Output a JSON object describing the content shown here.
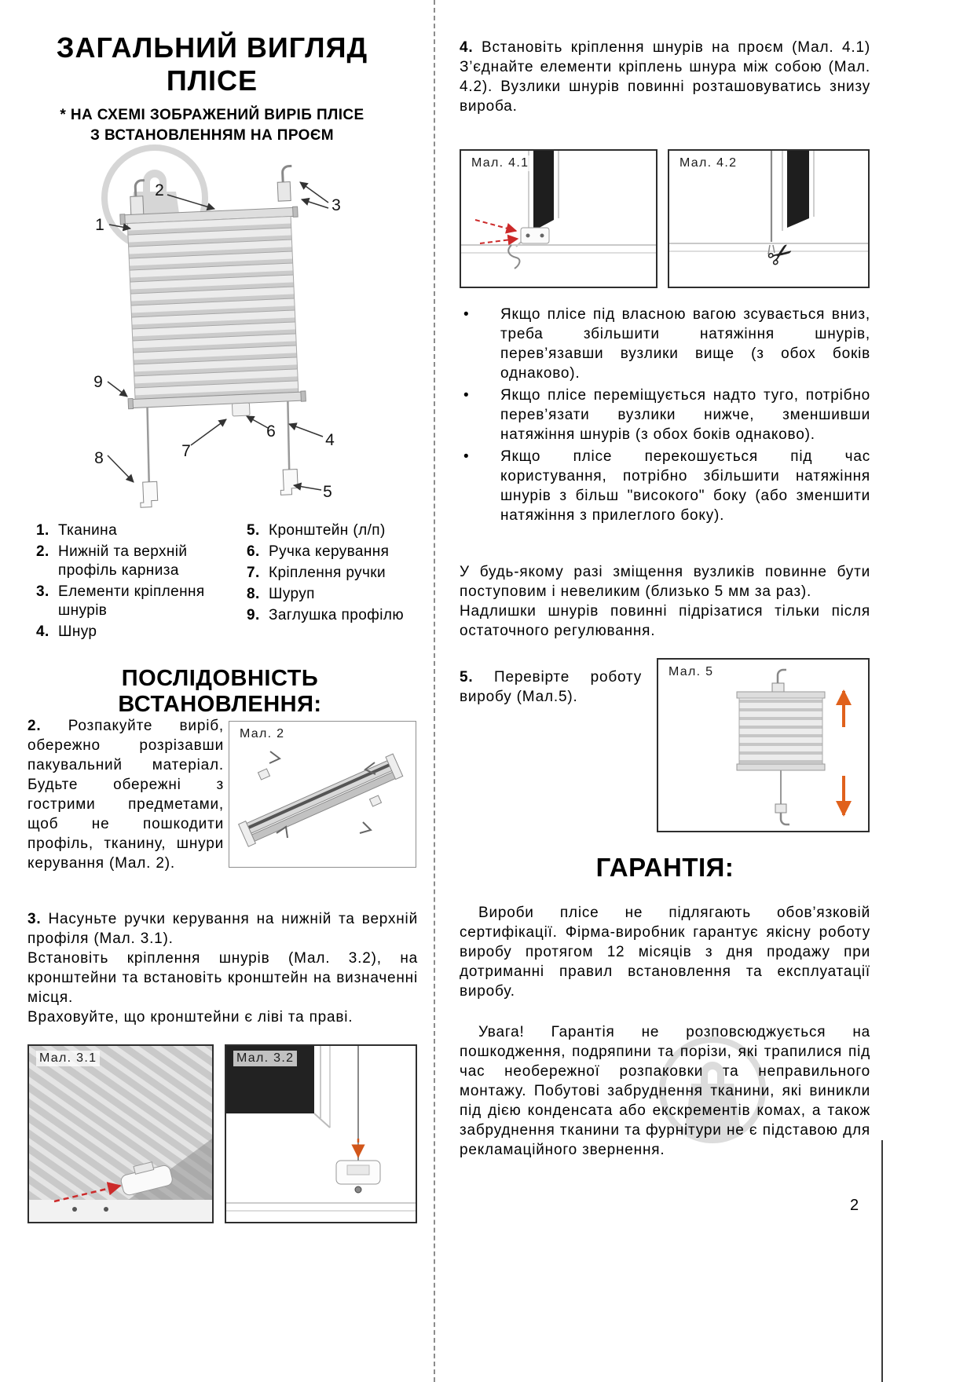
{
  "meta": {
    "page_number": "2"
  },
  "left": {
    "title_line1": "ЗАГАЛЬНИЙ ВИГЛЯД",
    "title_line2": "ПЛІСЕ",
    "subtitle_line1": "* НА СХЕМІ ЗОБРАЖЕНИЙ ВИРІБ ПЛІСЕ",
    "subtitle_line2": "З ВСТАНОВЛЕННЯМ НА ПРОЄМ",
    "diagram": {
      "callouts": [
        "1",
        "2",
        "3",
        "4",
        "5",
        "6",
        "7",
        "8",
        "9"
      ]
    },
    "legend": {
      "col1": [
        {
          "num": "1.",
          "text": "Тканина"
        },
        {
          "num": "2.",
          "text": "Нижній та верхній профіль карниза"
        },
        {
          "num": "3.",
          "text": "Елементи кріплення шнурів"
        },
        {
          "num": "4.",
          "text": "Шнур"
        }
      ],
      "col2": [
        {
          "num": "5.",
          "text": "Кронштейн (л/п)"
        },
        {
          "num": "6.",
          "text": "Ручка керування"
        },
        {
          "num": "7.",
          "text": "Кріплення ручки"
        },
        {
          "num": "8.",
          "text": "Шуруп"
        },
        {
          "num": "9.",
          "text": "Заглушка профілю"
        }
      ]
    },
    "install_title": "ПОСЛІДОВНІСТЬ ВСТАНОВЛЕННЯ:",
    "step2_num": "2.",
    "step2_text": "Розпакуйте виріб, обережно розрізавши пакувальний матеріал. Будьте обережні з гострими предметами, щоб не пошкодити профіль, тканину, шнури керування (Мал. 2).",
    "fig2_label": "Мал. 2",
    "step3_num": "3.",
    "step3_text1": "Насуньте ручки керування на нижній та верхній профіля (Мал. 3.1).",
    "step3_text2": "Встановіть кріплення шнурів (Мал. 3.2), на кронштейни та встановіть кронштейн на визначенні місця.",
    "step3_text3": "Враховуйте, що кронштейни є ліві та праві.",
    "fig31_label": "Мал. 3.1",
    "fig32_label": "Мал. 3.2"
  },
  "right": {
    "step4_num": "4.",
    "step4_text": "Встановіть кріплення шнурів на проєм (Мал. 4.1) З’єднайте елементи кріплень шнура між собою (Мал. 4.2). Вузлики шнурів повинні розташовуватись знизу вироба.",
    "fig41_label": "Мал. 4.1",
    "fig42_label": "Мал. 4.2",
    "bullets": [
      "Якщо плісе під власною вагою зсувається вниз, треба збільшити натяжіння шнурів, перев’язавши вузлики вище (з обох боків однаково).",
      "Якщо плісе переміщується надто туго, потрібно перев’язати вузлики нижче, зменшивши натяжіння шнурів (з обох боків однаково).",
      "Якщо плісе перекошується під час користування, потрібно збільшити натяжіння шнурів з більш \"високого\" боку (або зменшити натяжіння з прилеглого боку)."
    ],
    "note1": "У будь-якому разі зміщення вузликів повинне бути поступовим і невеликим (близько 5 мм за раз).",
    "note2": "Надлишки шнурів повинні підрізатися тільки після остаточного регулювання.",
    "step5_num": "5.",
    "step5_text": "Перевірте роботу виробу (Мал.5).",
    "fig5_label": "Мал. 5",
    "warranty_title": "ГАРАНТІЯ:",
    "warranty_p1": "Вироби плісе не підлягають обов’язковій сертифікації. Фірма-виробник гарантує якісну роботу виробу протягом 12 місяців з дня продажу при дотриманні правил встановлення та експлуатації виробу.",
    "warranty_p2": "Увага! Гарантія не розповсюджується на пошкодження, подряпини та порізи, які трапилися під час необережної розпаковки та неправильного монтажу. Побутові забруднення тканини, які виникли під дією конденсата або екскрементів комах, а також забруднення тканини та фурнітури не є підставою для рекламаційного звернення."
  },
  "colors": {
    "accent_red": "#cc2a2a",
    "accent_orange": "#e0611c",
    "watermark_gray": "#d6d6d6"
  }
}
